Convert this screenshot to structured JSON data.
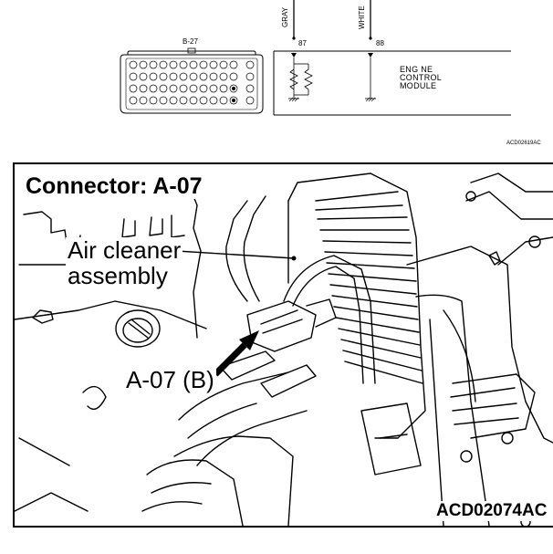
{
  "wiring": {
    "wire1_color": "GRAY",
    "wire2_color": "WHITE",
    "pin1": "87",
    "pin2": "88",
    "connector_id": "B-27",
    "module_line1": "ENG NE",
    "module_line2": "CONTROL",
    "module_line3": "MODULE",
    "figure_code": "ACD02619AC"
  },
  "photo": {
    "title": "Connector: A-07",
    "callout_line1": "Air cleaner",
    "callout_line2": "assembly",
    "connector_callout": "A-07 (B)",
    "figure_code": "ACD02074AC"
  }
}
